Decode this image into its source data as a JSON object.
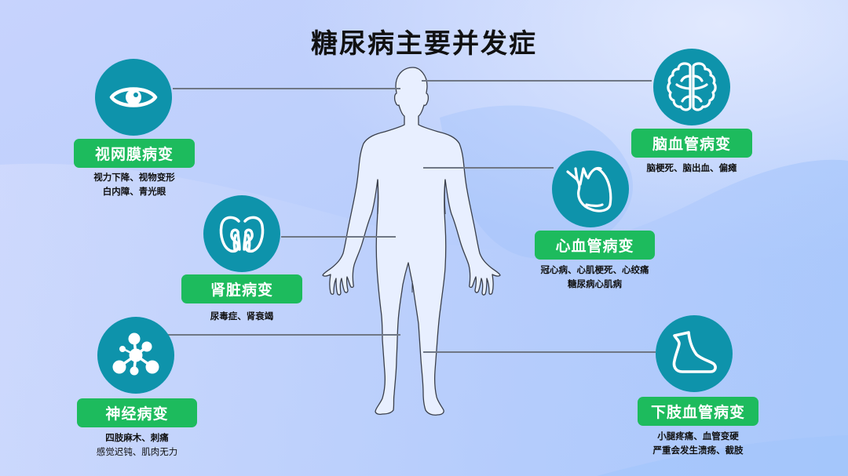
{
  "title": "糖尿病主要并发症",
  "colors": {
    "icon_circle": "#0e93ab",
    "label_bg": "#1dbb5d",
    "label_text": "#ffffff",
    "connector": "#6f7785",
    "body_fill": "#e8efff",
    "body_outline": "#3a3f4a"
  },
  "complications": [
    {
      "id": "retinopathy",
      "icon": "eye-icon",
      "label": "视网膜病变",
      "lines": [
        "视力下降、视物变形",
        "白内障、青光眼"
      ]
    },
    {
      "id": "nephropathy",
      "icon": "kidneys-icon",
      "label": "肾脏病变",
      "lines": [
        "尿毒症、肾衰竭"
      ]
    },
    {
      "id": "neuropathy",
      "icon": "neuron-icon",
      "label": "神经病变",
      "lines": [
        "四肢麻木、刺痛",
        "感觉迟钝、肌肉无力"
      ]
    },
    {
      "id": "cerebrovascular",
      "icon": "brain-icon",
      "label": "脑血管病变",
      "lines": [
        "脑梗死、脑出血、偏瘫"
      ]
    },
    {
      "id": "cardiovascular",
      "icon": "heart-icon",
      "label": "心血管病变",
      "lines": [
        "冠心病、心肌梗死、心绞痛",
        "糖尿病心肌病"
      ]
    },
    {
      "id": "lower-limb-vascular",
      "icon": "foot-icon",
      "label": "下肢血管病变",
      "lines": [
        "小腿疼痛、血管变硬",
        "严重会发生溃疡、截肢"
      ]
    }
  ]
}
